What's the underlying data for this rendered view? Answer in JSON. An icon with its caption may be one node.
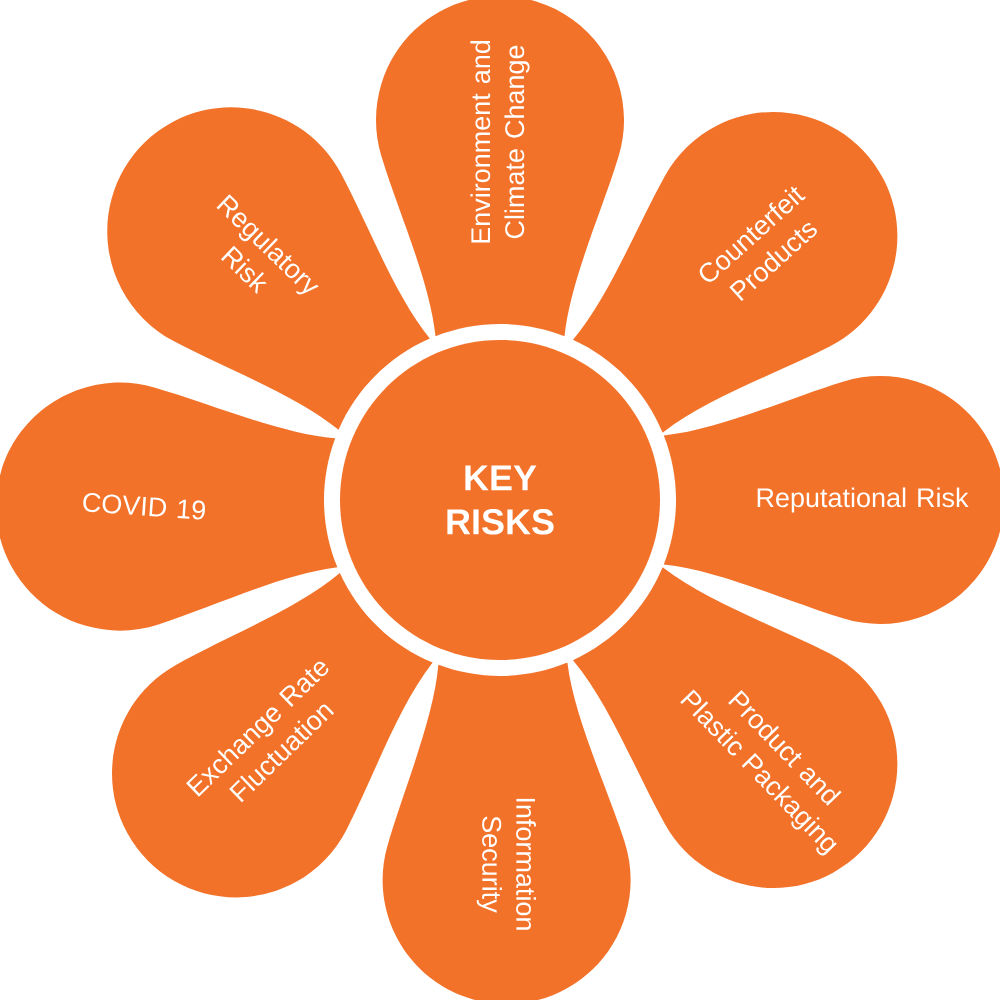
{
  "diagram": {
    "nodes": [
      {
        "text": [
          "KEY RISKS"
        ]
      },
      {
        "text": [
          "Environment and Climate Change"
        ]
      },
      {
        "text": [
          "Counterfeit Products"
        ]
      },
      {
        "text": [
          "Reputational Risk"
        ]
      },
      {
        "text": [
          "Product and Plastic Packaging"
        ]
      },
      {
        "text": [
          "Information Security"
        ]
      },
      {
        "text": [
          "Exchange Rate Fluctuation"
        ]
      },
      {
        "text": [
          "COVID 19"
        ]
      },
      {
        "text": [
          "Regulatory Risk"
        ]
      }
    ]
  }
}
